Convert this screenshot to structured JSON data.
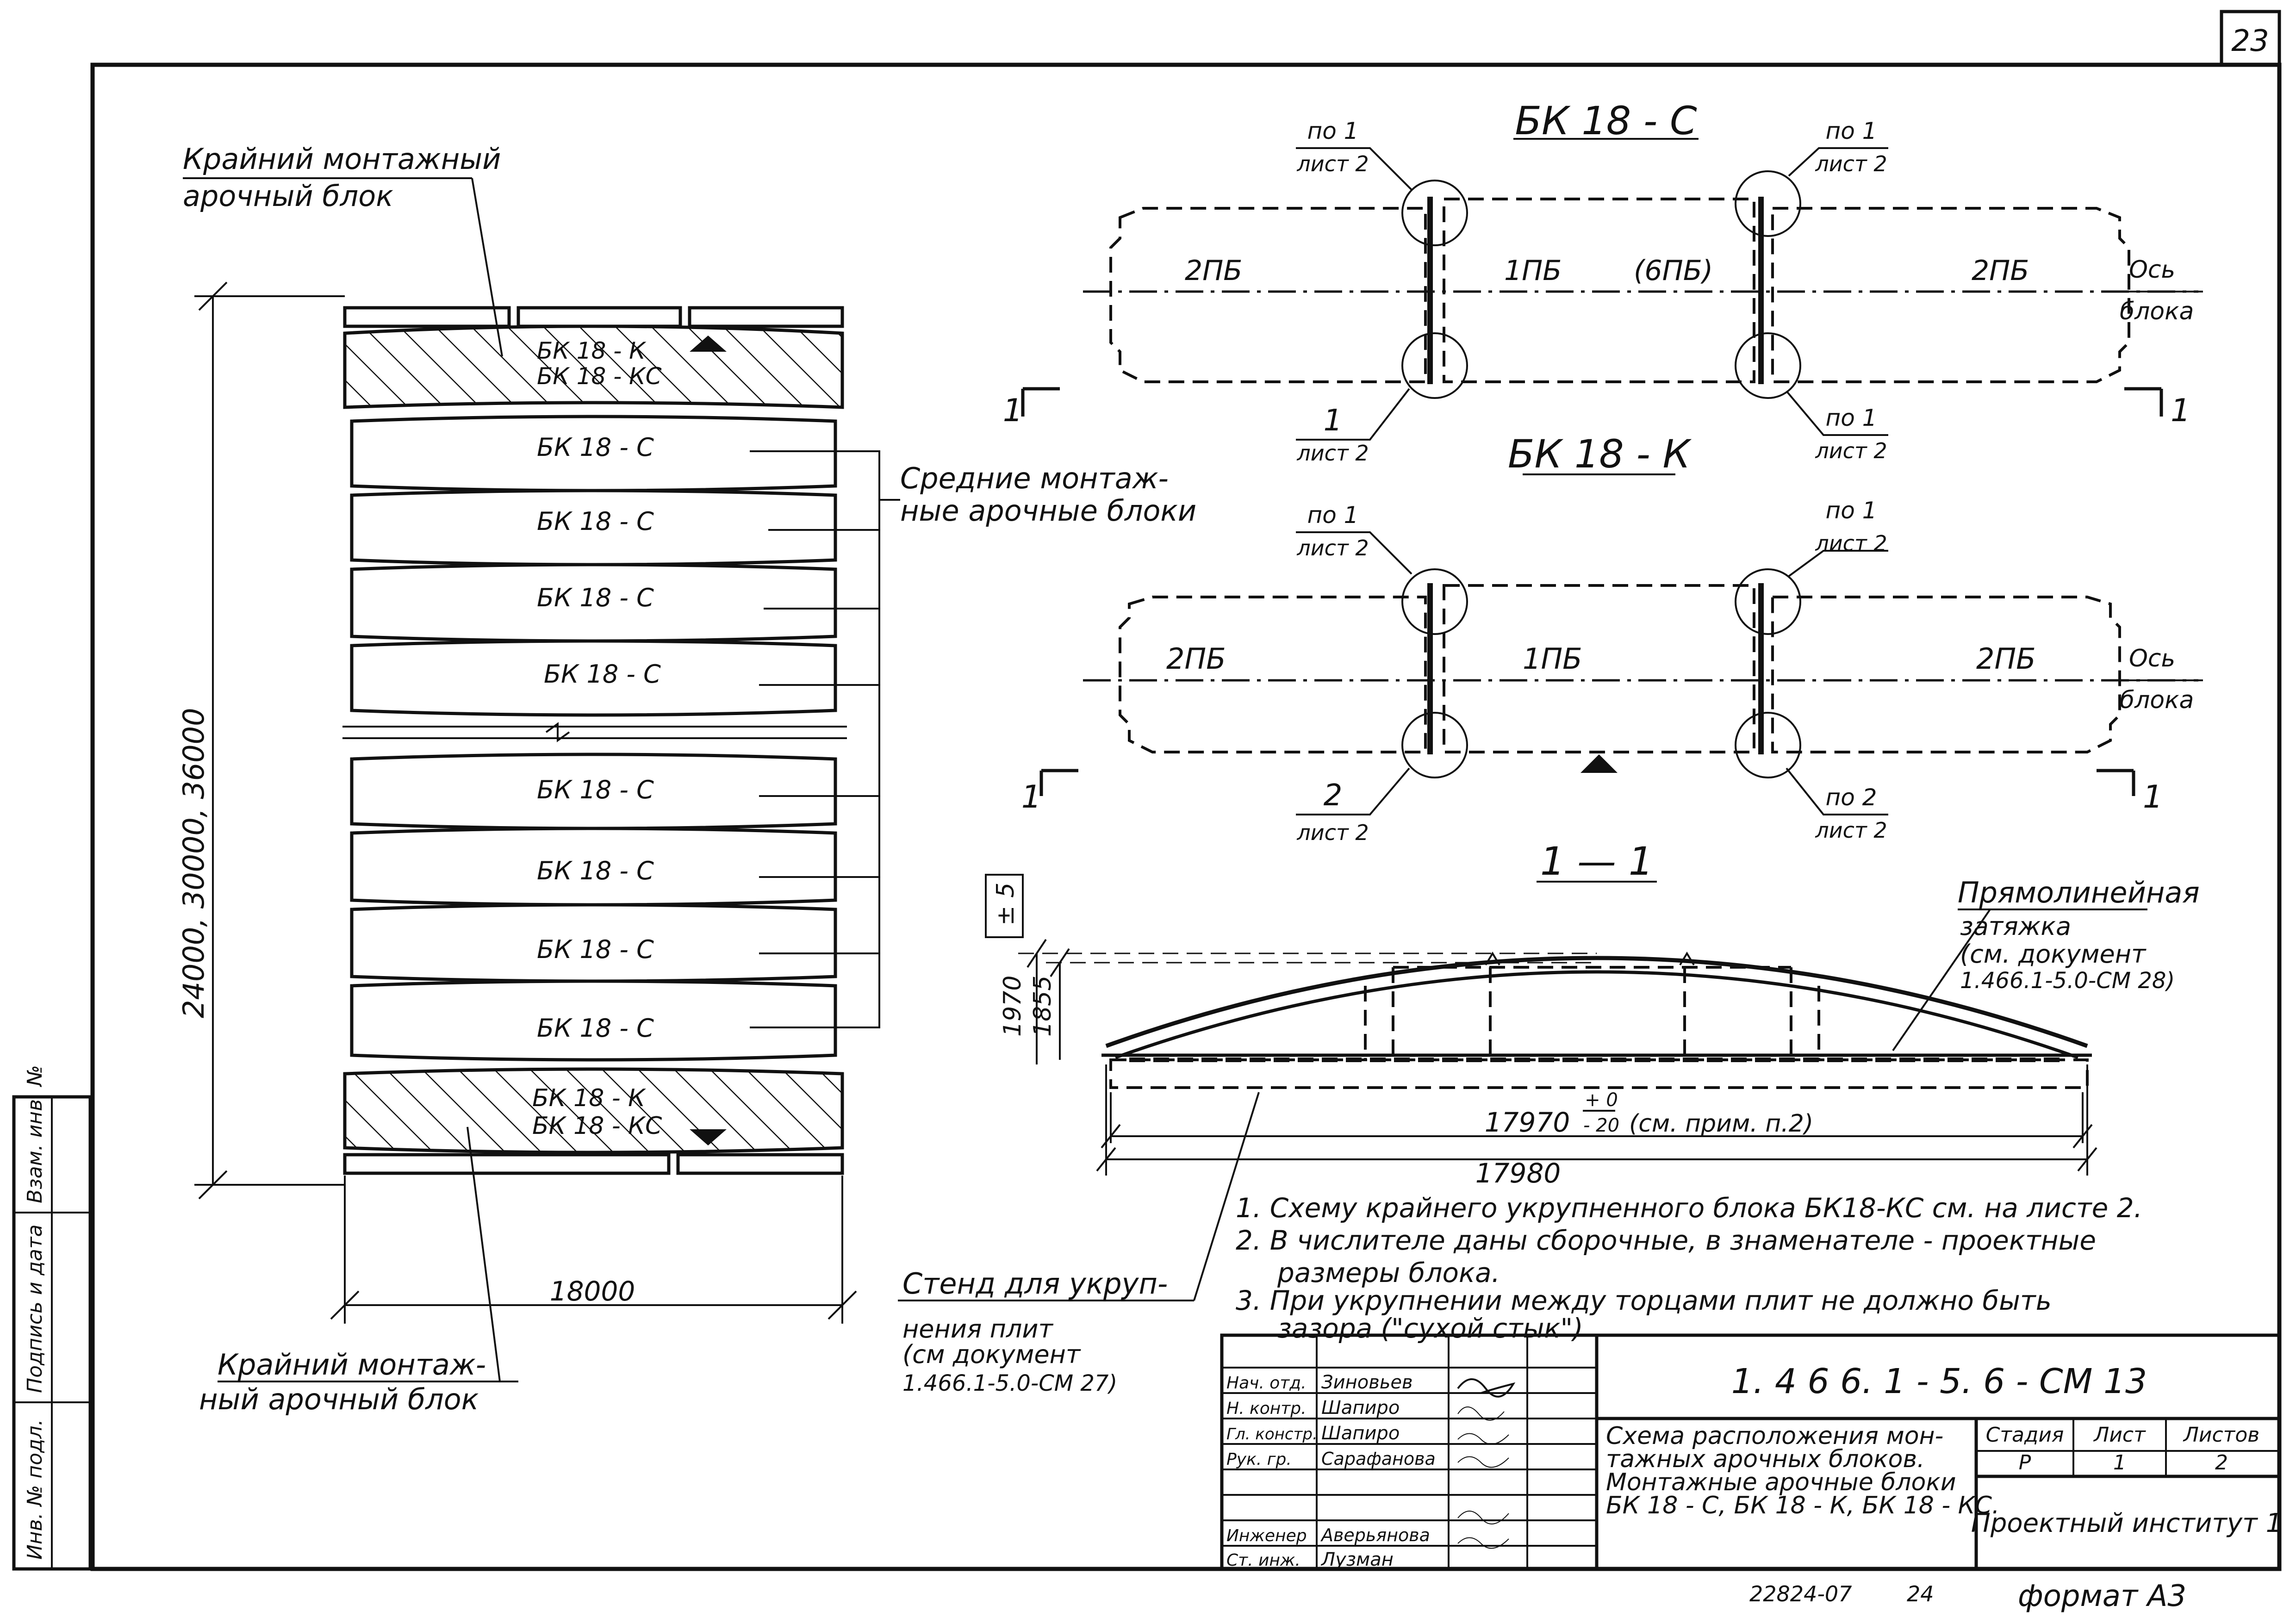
{
  "sheet_number": "23",
  "left_plan": {
    "top_label": [
      "Крайний монтажный",
      "арочный блок"
    ],
    "bottom_label": [
      "Крайний монтаж-",
      "ный арочный блок"
    ],
    "middle_label": [
      "Средние монтаж-",
      "ные арочные блоки"
    ],
    "edge_blocks_top": [
      "БК 18 - К",
      "БК 18 - КС"
    ],
    "edge_blocks_bottom": [
      "БК 18 - К",
      "БК 18 - КС"
    ],
    "middle_blocks": [
      "БК 18 - С",
      "БК 18 - С",
      "БК 18 - С",
      "БК 18 - С",
      "БК 18 - С",
      "БК 18 - С",
      "БК 18 - С",
      "БК 18 - С"
    ],
    "length_dim": "24000, 30000, 36000",
    "width_dim": "18000"
  },
  "view_bk18c": {
    "title": "БК 18 - С",
    "callouts": [
      {
        "num": "по 1",
        "sheet": "лист 2"
      },
      {
        "num": "по 1",
        "sheet": "лист 2"
      },
      {
        "num": "1",
        "sheet": "лист 2"
      },
      {
        "num": "по 1",
        "sheet": "лист 2"
      }
    ],
    "panels": [
      "2ПБ",
      "1ПБ",
      "(6ПБ)",
      "2ПБ"
    ],
    "axis_label": [
      "Ось",
      "блока"
    ],
    "section_marks": [
      "1",
      "1"
    ]
  },
  "view_bk18k": {
    "title": "БК 18 - К",
    "callouts": [
      {
        "num": "по 1",
        "sheet": "лист 2"
      },
      {
        "num": "по 1",
        "sheet": "лист 2"
      },
      {
        "num": "2",
        "sheet": "лист 2"
      },
      {
        "num": "по 2",
        "sheet": "лист 2"
      }
    ],
    "panels": [
      "2ПБ",
      "1ПБ",
      "2ПБ"
    ],
    "axis_label": [
      "Ось",
      "блока"
    ],
    "section_marks": [
      "1",
      "1"
    ]
  },
  "section_11": {
    "title": "1 — 1",
    "tie_label": [
      "Прямолинейная",
      "затяжка",
      "(см. документ",
      "1.466.1-5.0-СМ 28)"
    ],
    "tolerance": "± 5",
    "height_dims": [
      "1970",
      "1855"
    ],
    "span_dims": [
      "17970",
      "17980"
    ],
    "tol_plus": "+ 0",
    "tol_minus": "- 20",
    "span_note": "(см. прим. п.2)",
    "stand_label": [
      "Стенд для укруп-",
      "нения плит",
      "(см документ",
      "1.466.1-5.0-СМ 27)"
    ]
  },
  "notes": [
    "1. Схему крайнего укрупненного блока БК18-КС см. на листе 2.",
    "2. В числителе даны сборочные, в знаменателе - проектные",
    "размеры блока.",
    "3. При укрупнении между торцами плит не должно быть",
    "зазора (\"сухой стык\")"
  ],
  "title_block": {
    "doc_code": "1. 4 6 6. 1 - 5. 6 - СМ 13",
    "title": [
      "Схема расположения мон-",
      "тажных арочных блоков.",
      "Монтажные арочные блоки",
      "БК 18 - С, БК 18 - К, БК 18 - КС."
    ],
    "stage_head": "Стадия",
    "sheet_head": "Лист",
    "sheets_head": "Листов",
    "stage": "Р",
    "sheet": "1",
    "sheets": "2",
    "organization": "Проектный институт 1",
    "roles": [
      {
        "role": "Нач. отд.",
        "name": "Зиновьев"
      },
      {
        "role": "Н. контр.",
        "name": "Шапиро"
      },
      {
        "role": "Гл. констр.",
        "name": "Шапиро"
      },
      {
        "role": "Рук. гр.",
        "name": "Сарафанова"
      },
      {
        "role": "",
        "name": ""
      },
      {
        "role": "Инженер",
        "name": "Аверьянова"
      },
      {
        "role": "Ст. инж.",
        "name": "Лузман"
      }
    ]
  },
  "side_stamp": [
    "Инв. № подл.",
    "Подпись и дата",
    "Взам. инв. №"
  ],
  "footer": {
    "order": "22824-07",
    "page": "24",
    "format": "формат А3"
  }
}
